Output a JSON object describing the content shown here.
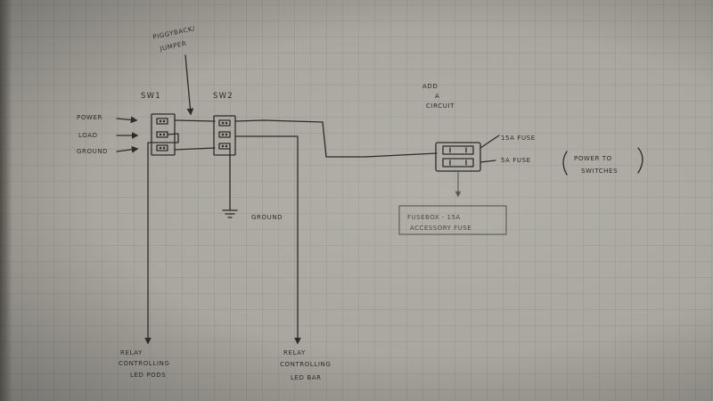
{
  "labels": {
    "piggyback_line1": "PIGGYBACK/",
    "piggyback_line2": "JUMPER",
    "sw1": "SW1",
    "sw2": "SW2",
    "power": "POWER",
    "load": "LOAD",
    "ground_in": "GROUND",
    "ground_out": "GROUND",
    "add_circuit_1": "ADD",
    "add_circuit_2": "A",
    "add_circuit_3": "CIRCUIT",
    "fuse_15a": "15A FUSE",
    "fuse_5a": "5A FUSE",
    "power_to_line1": "POWER TO",
    "power_to_line2": "SWITCHES",
    "fusebox_line1": "FUSEBOX - 15A",
    "fusebox_line2": "ACCESSORY FUSE",
    "relay1_line1": "RELAY",
    "relay1_line2": "CONTROLLING",
    "relay1_line3": "LED PODS",
    "relay2_line1": "RELAY",
    "relay2_line2": "CONTROLLING",
    "relay2_line3": "LED BAR"
  }
}
